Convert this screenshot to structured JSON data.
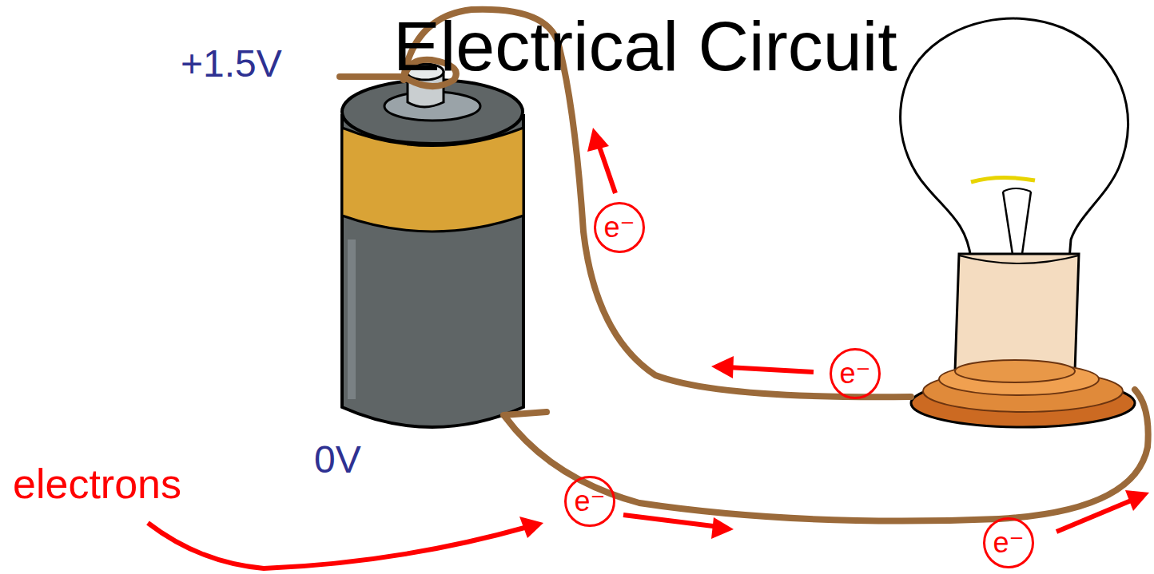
{
  "diagram": {
    "title": "Electrical Circuit",
    "nodes": [
      {
        "text": [
          "e⁻"
        ]
      },
      {
        "text": [
          "e⁻"
        ]
      },
      {
        "text": [
          "e⁻"
        ]
      },
      {
        "text": [
          "e⁻"
        ]
      }
    ],
    "labels": [
      "+1.5V",
      "0V",
      "electrons"
    ]
  }
}
